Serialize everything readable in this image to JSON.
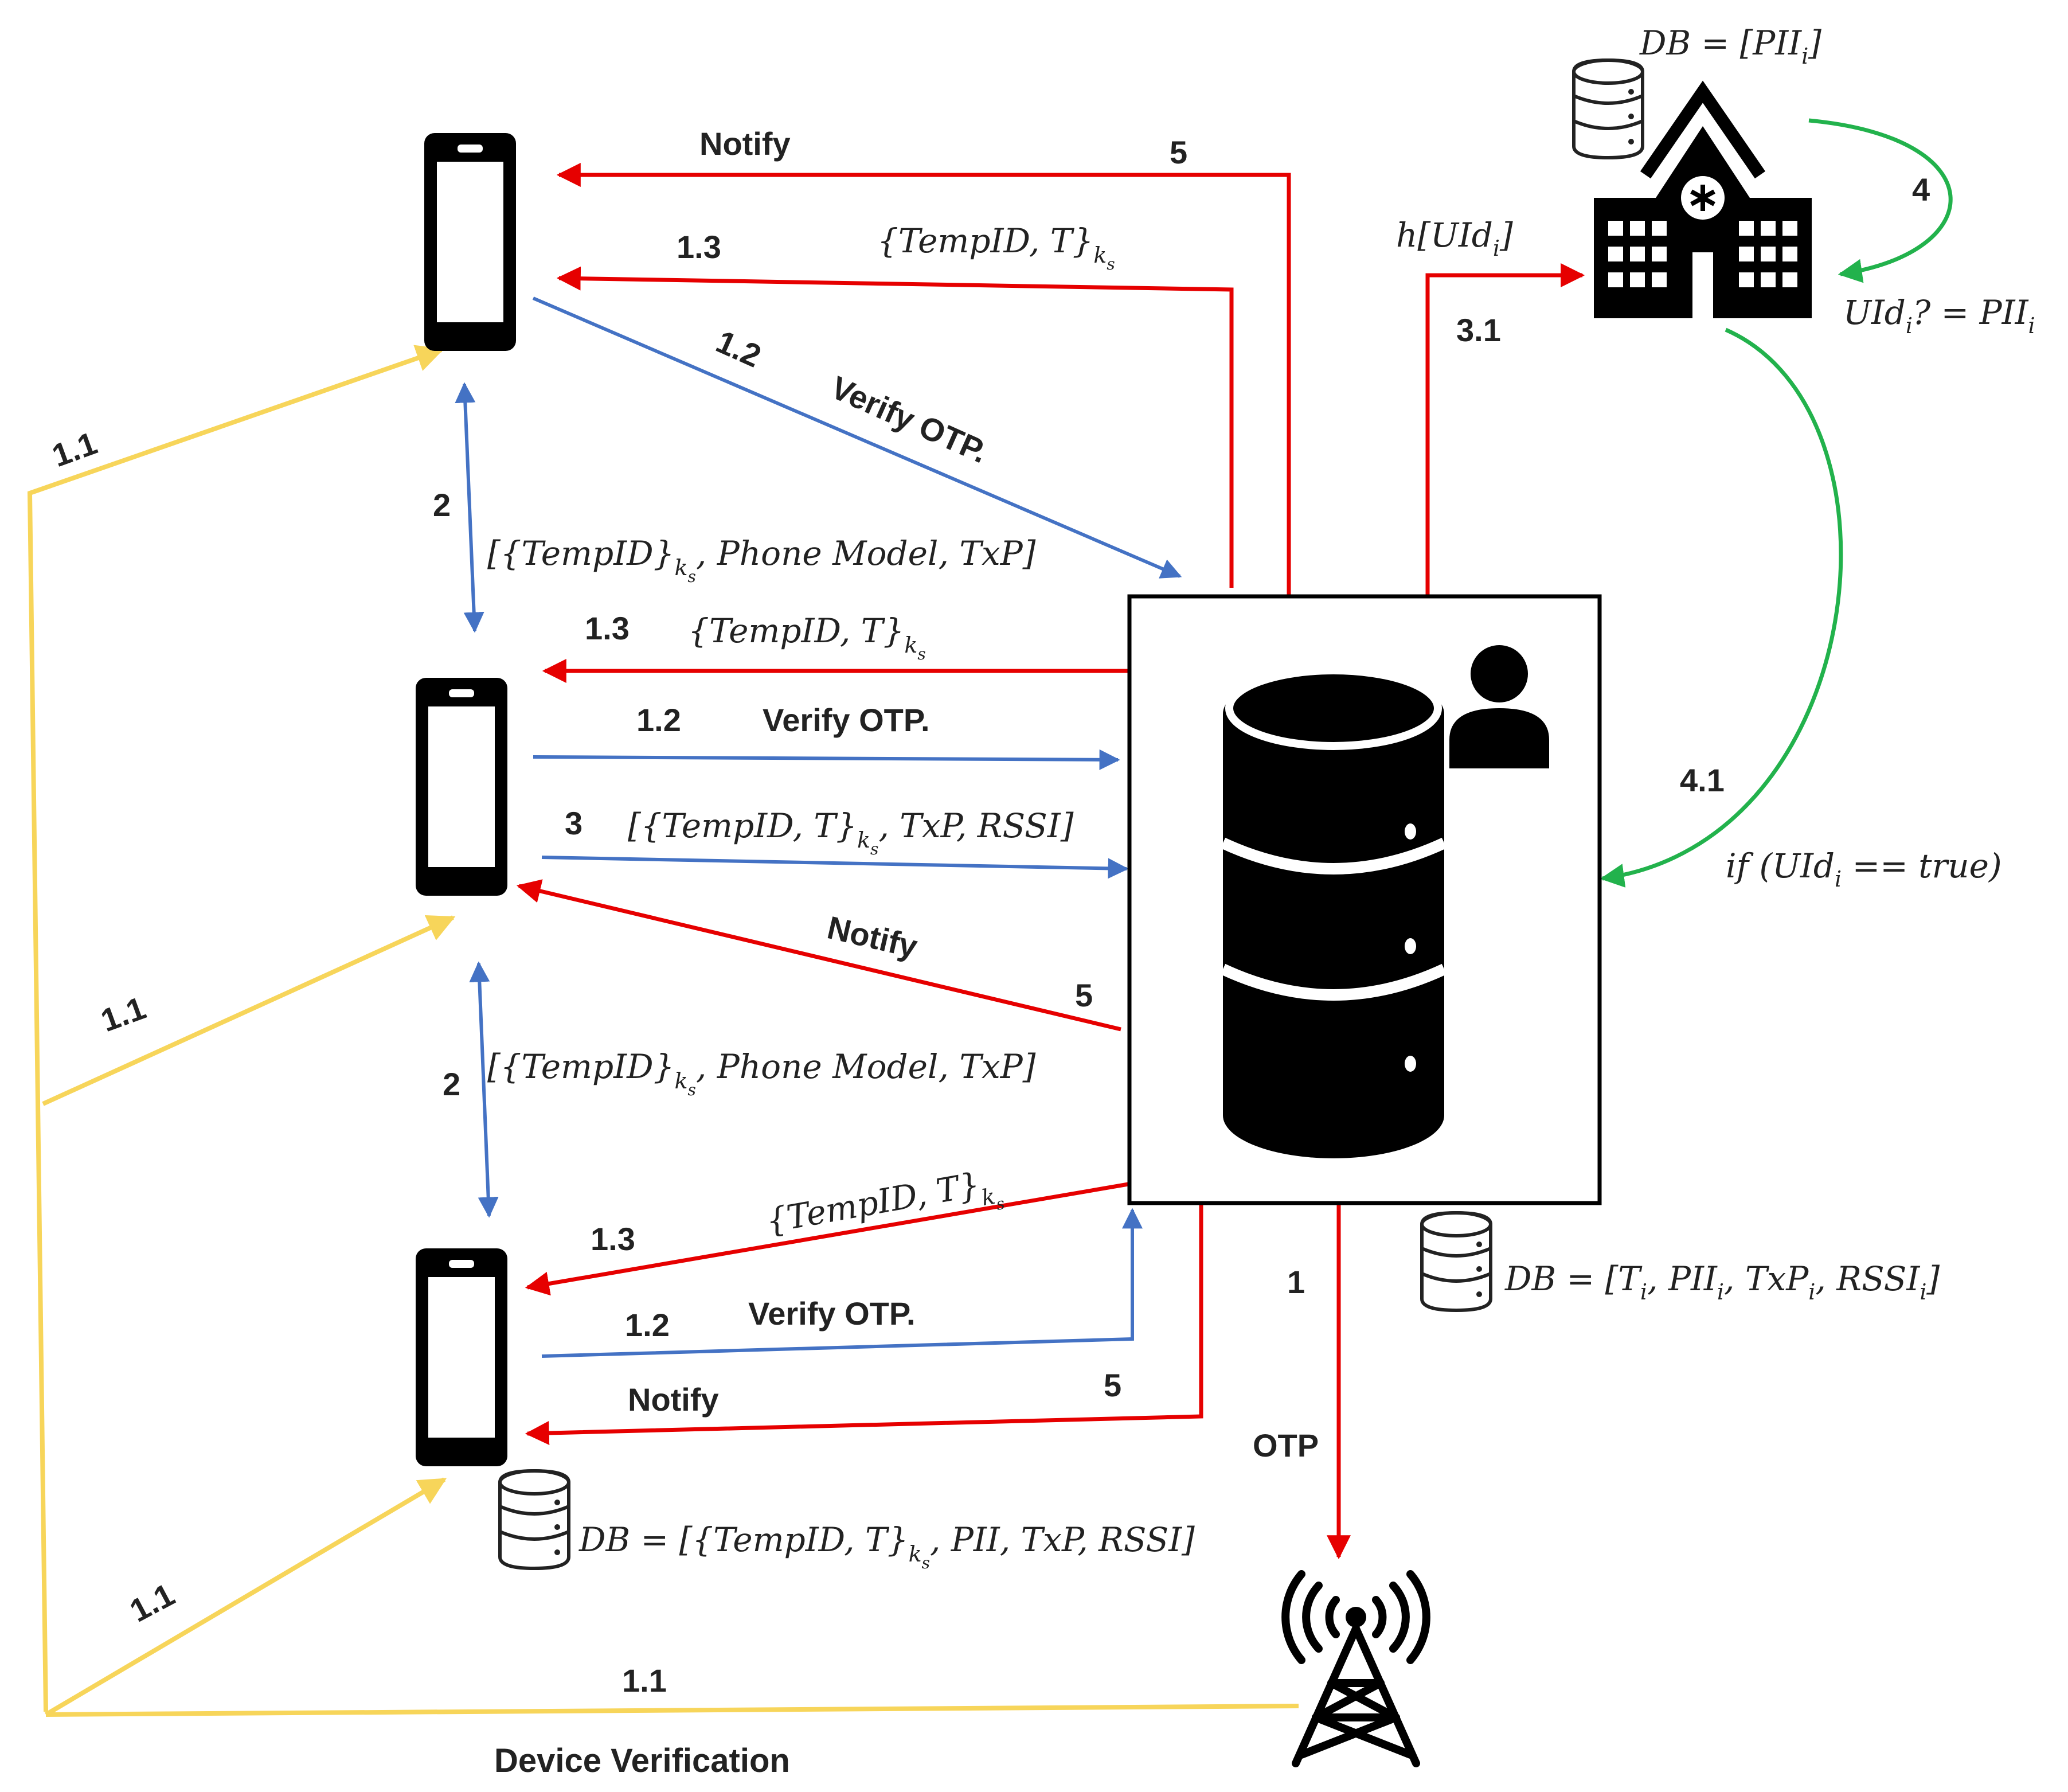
{
  "colors": {
    "red": "#e60000",
    "blue": "#4472c4",
    "yellow": "#f7d55a",
    "green": "#22b24c",
    "black": "#000000"
  },
  "icons": {
    "phone": "phone-icon",
    "server": "server-database-icon",
    "user": "user-icon",
    "hospital": "hospital-icon",
    "tower": "cell-tower-icon",
    "db": "database-icon"
  },
  "labels": {
    "notify_top": "Notify",
    "five_top": "5",
    "one_three_top": "1.3",
    "tempid_top": "{TempID, T}",
    "tempid_top_sub": "k",
    "tempid_top_subsub": "s",
    "one_two_diag": "1.2",
    "verify_otp_diag": "Verify OTP.",
    "one_one_upper": "1.1",
    "two_upper": "2",
    "adv_upper": "[{TempID}",
    "adv_upper_sub": "k",
    "adv_upper_subsub": "s",
    "adv_upper_rest": ", Phone Model, TxP]",
    "one_three_mid": "1.3",
    "tempid_mid": "{TempID, T}",
    "tempid_mid_sub": "k",
    "tempid_mid_subsub": "s",
    "one_two_mid": "1.2",
    "verify_otp_mid": "Verify OTP.",
    "three_mid": "3",
    "report_mid": "[{TempID, T}",
    "report_mid_sub": "k",
    "report_mid_subsub": "s",
    "report_mid_rest": ", TxP, RSSI]",
    "notify_mid": "Notify",
    "five_mid": "5",
    "one_one_mid": "1.1",
    "two_lower": "2",
    "adv_lower": "[{TempID}",
    "adv_lower_sub": "k",
    "adv_lower_subsub": "s",
    "adv_lower_rest": ", Phone Model, TxP]",
    "tempid_low": "{TempID, T}",
    "tempid_low_sub": "k",
    "tempid_low_subsub": "s",
    "one_three_low": "1.3",
    "one_two_low": "1.2",
    "verify_otp_low": "Verify OTP.",
    "notify_low": "Notify",
    "five_low": "5",
    "db_phone": "DB = [{TempID, T}",
    "db_phone_sub": "k",
    "db_phone_subsub": "s",
    "db_phone_rest": ", PII, TxP, RSSI]",
    "one_one_low": "1.1",
    "one_one_bottom": "1.1",
    "device_verification": "Device Verification",
    "one_otp": "1",
    "otp": "OTP",
    "db_server": "DB = [T",
    "db_server_i1": "i",
    "db_server_p2": ", PII",
    "db_server_i2": "i",
    "db_server_p3": ", TxP",
    "db_server_i3": "i",
    "db_server_p4": ", RSSI",
    "db_server_i4": "i",
    "db_server_end": "]",
    "hash_uid": "h[UId",
    "hash_uid_sub": "i",
    "hash_uid_end": "]",
    "three_one": "3.1",
    "db_hospital": "DB = [PII",
    "db_hospital_sub": "i",
    "db_hospital_end": "]",
    "four": "4",
    "uid_check": "UId",
    "uid_check_sub": "i",
    "uid_check_mid": "? = PII",
    "uid_check_sub2": "i",
    "four_one": "4.1",
    "if_uid": "if (UId",
    "if_uid_sub": "i",
    "if_uid_end": " == true)"
  }
}
